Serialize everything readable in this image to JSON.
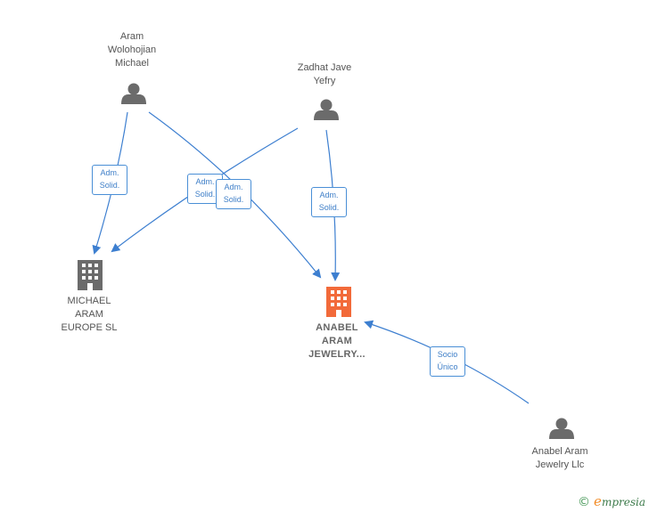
{
  "nodes": {
    "aram": {
      "lines": [
        "Aram",
        "Wolohojian",
        "Michael"
      ]
    },
    "zadhat": {
      "lines": [
        "Zadhat Jave",
        "Yefry"
      ]
    },
    "michael_aram_europe": {
      "lines": [
        "MICHAEL",
        "ARAM",
        "EUROPE  SL"
      ]
    },
    "anabel_aram_jewelry": {
      "lines": [
        "ANABEL",
        "ARAM",
        "JEWELRY..."
      ]
    },
    "anabel_aram_llc": {
      "lines": [
        "Anabel Aram",
        "Jewelry Llc"
      ]
    }
  },
  "edges": {
    "aram_to_europe": [
      "Adm.",
      "Solid."
    ],
    "zadhat_to_europe": [
      "Adm.",
      "Solid."
    ],
    "aram_to_jewelry": [
      "Adm.",
      "Solid."
    ],
    "zadhat_to_jewelry": [
      "Adm.",
      "Solid."
    ],
    "llc_to_jewelry": [
      "Socio",
      "Único"
    ]
  },
  "colors": {
    "edge": "#3d7fd0",
    "person_icon": "#6b6b6b",
    "company_icon": "#6b6b6b",
    "main_company_icon": "#f26a3a"
  },
  "footer": {
    "copyright_symbol": "©",
    "brand_initial": "e",
    "brand_rest": "mpresia"
  }
}
